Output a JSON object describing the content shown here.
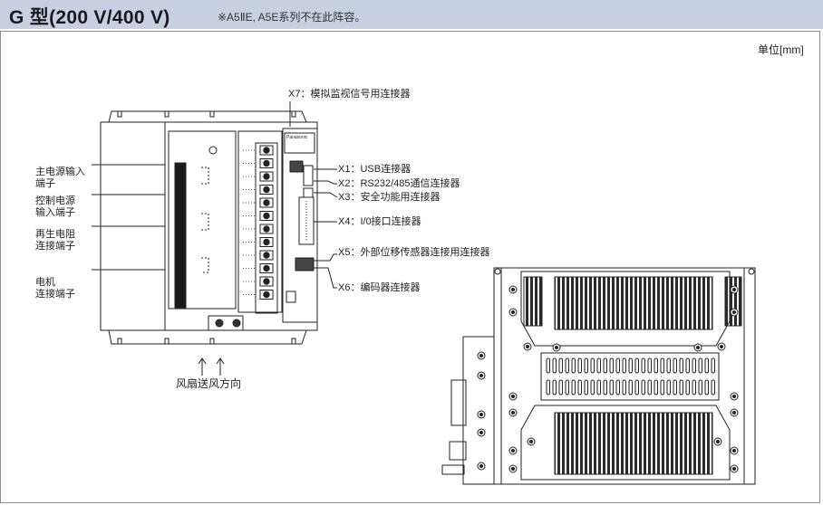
{
  "header": {
    "title": "G 型(200 V/400 V)",
    "note": "※A5ⅡE, A5E系列不在此阵容。"
  },
  "unit_label": "单位[mm]",
  "front_view": {
    "brand": "Panasonic",
    "left_labels": [
      "主电源输入\n端子",
      "控制电源\n输入端子",
      "再生电阻\n连接端子",
      "电机\n连接端子"
    ],
    "connectors": {
      "x7": "X7：模拟监视信号用连接器",
      "x1": "X1：USB连接器",
      "x2": "X2：RS232/485通信连接器",
      "x3": "X3：安全功能用连接器",
      "x4": "X4：I/0接口连接器",
      "x5": "X5：外部位移传感器连接用连接器",
      "x6": "X6：编码器连接器"
    },
    "fan_label": "风扇送风方向"
  }
}
